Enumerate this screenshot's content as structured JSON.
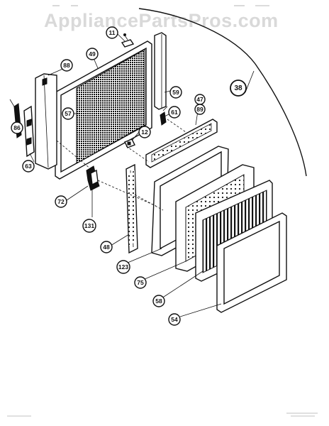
{
  "watermark": "AppliancePartsPros.com",
  "callouts": [
    {
      "label": "11",
      "cx": 0,
      "cy": 0
    },
    {
      "label": "49"
    },
    {
      "label": "88"
    },
    {
      "label": "59"
    },
    {
      "label": "47"
    },
    {
      "label": "89"
    },
    {
      "label": "61"
    },
    {
      "label": "57"
    },
    {
      "label": "86"
    },
    {
      "label": "12"
    },
    {
      "label": "63"
    },
    {
      "label": "72"
    },
    {
      "label": "131"
    },
    {
      "label": "48"
    },
    {
      "label": "123"
    },
    {
      "label": "75"
    },
    {
      "label": "58"
    },
    {
      "label": "54"
    },
    {
      "label": "38"
    }
  ]
}
